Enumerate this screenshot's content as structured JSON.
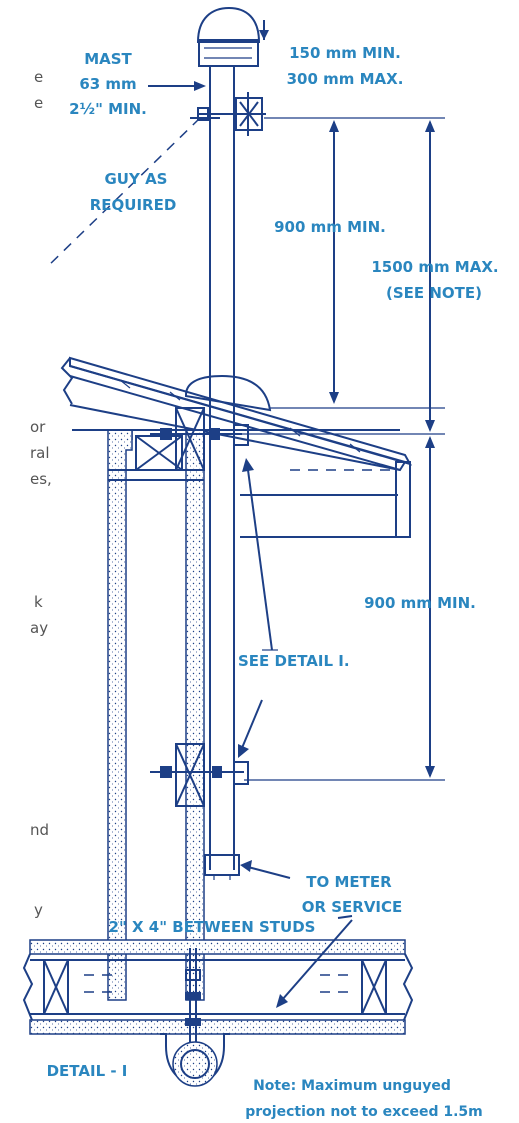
{
  "labels": {
    "mast_line1": "MAST",
    "mast_line2": "63 mm",
    "mast_line3": "2½\" MIN.",
    "top_line1": "150 mm MIN.",
    "top_line2": "300 mm MAX.",
    "guy_line1": "GUY AS",
    "guy_line2": "REQUIRED",
    "dim_900_upper": "900 mm MIN.",
    "dim_1500_line1": "1500 mm MAX.",
    "dim_1500_line2": "(SEE NOTE)",
    "dim_900_lower": "900 mm MIN.",
    "see_detail": "SEE DETAIL I.",
    "meter_line1": "TO METER",
    "meter_line2": "OR SERVICE",
    "studs": "2\" X 4\" BETWEEN STUDS",
    "detail": "DETAIL - I",
    "note_line1": "Note: Maximum unguyed",
    "note_line2": "projection not to exceed 1.5m"
  },
  "cropped_text_fragments": [
    "e",
    "e",
    "or",
    "ral",
    "es,",
    "k",
    "ay",
    "nd",
    "y"
  ],
  "colors": {
    "label_blue": "#2a86bf",
    "drawing_ink": "#1d3f86",
    "fragment_text": "#555555",
    "background": "#ffffff"
  }
}
